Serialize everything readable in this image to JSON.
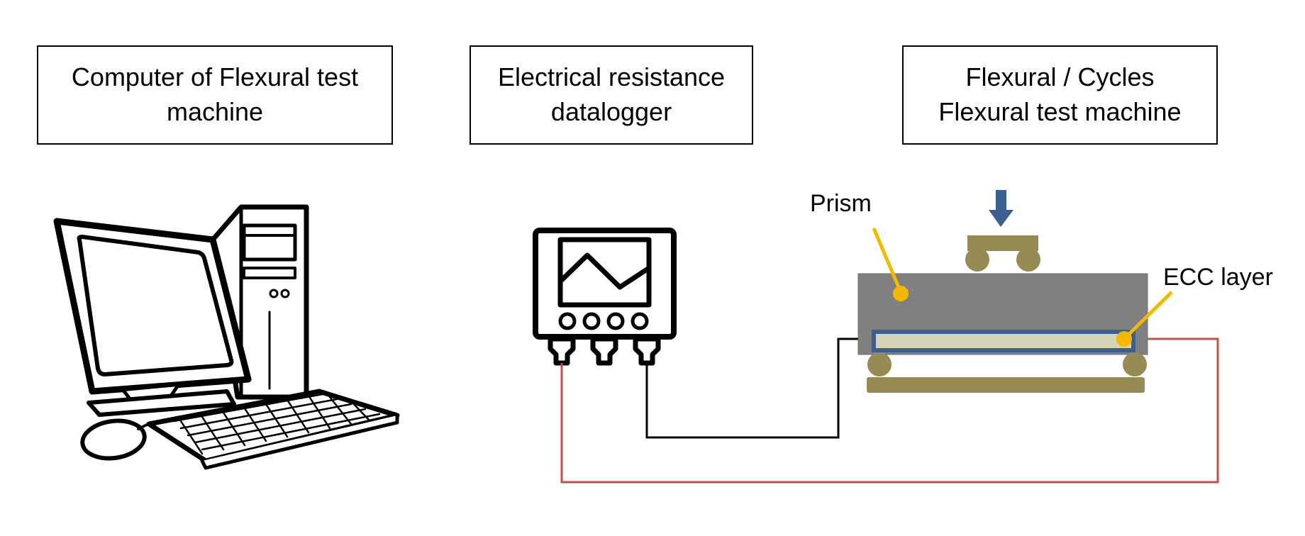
{
  "boxes": {
    "computer": {
      "line1": "Computer of Flexural test",
      "line2": "machine"
    },
    "datalogger": {
      "line1": "Electrical resistance",
      "line2": "datalogger"
    },
    "machine": {
      "line1": "Flexural / Cycles",
      "line2": "Flexural test machine"
    }
  },
  "labels": {
    "prism": "Prism",
    "ecc_layer": "ECC layer"
  },
  "colors": {
    "support": "#968b55",
    "prism": "#808080",
    "ecc_fill": "#d7d3b7",
    "ecc_border": "#3b5f8f",
    "arrow": "#3b5f8f",
    "pointer": "#f5b800",
    "red_wire": "#c0504d",
    "black_wire": "#000000"
  },
  "icons": [
    "computer-icon",
    "datalogger-icon",
    "load-arrow-icon"
  ]
}
